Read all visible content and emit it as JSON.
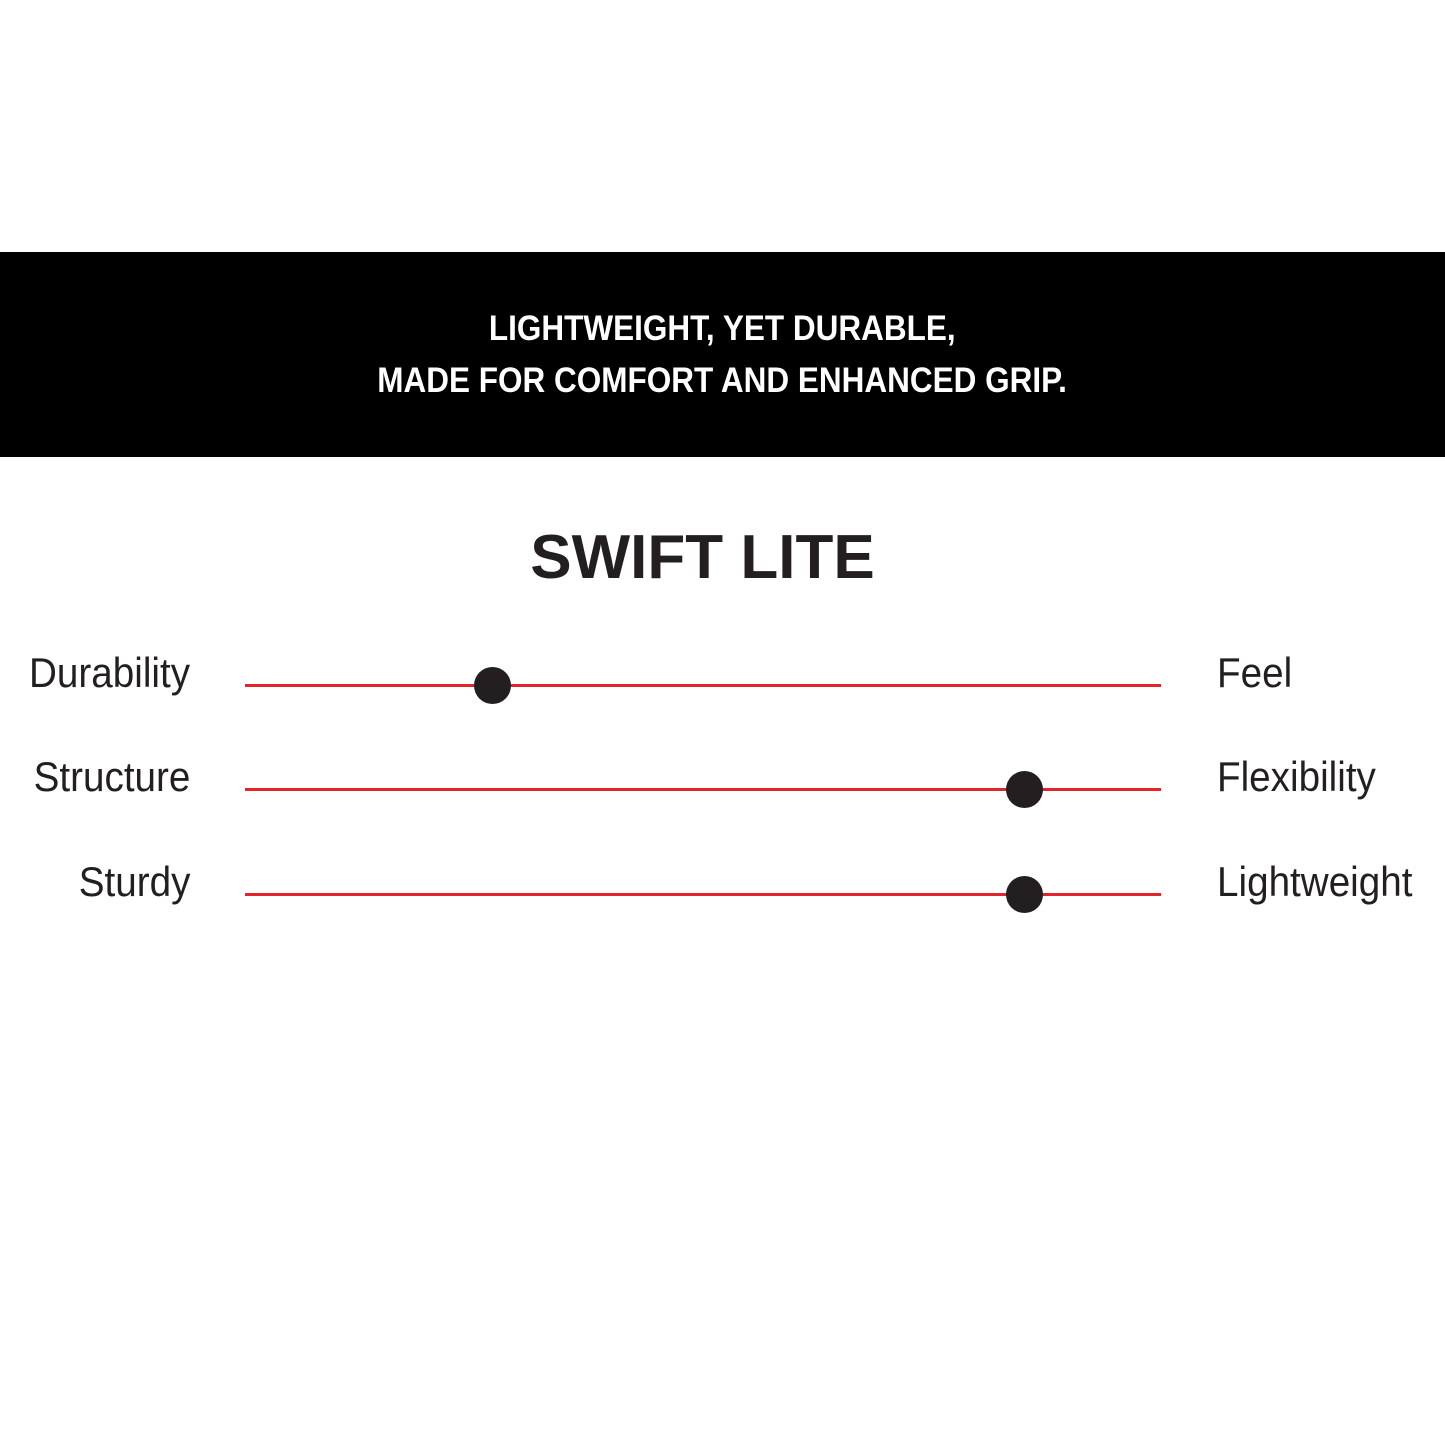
{
  "banner": {
    "line1": "LIGHTWEIGHT, YET DURABLE,",
    "line2": "MADE FOR COMFORT AND ENHANCED GRIP."
  },
  "title": "SWIFT LITE",
  "colors": {
    "track": "#e0262a",
    "dot": "#231f20",
    "banner_bg": "#000000",
    "banner_text": "#ffffff"
  },
  "sliders": [
    {
      "left": "Durability",
      "right": "Feel",
      "position_pct": 27
    },
    {
      "left": "Structure",
      "right": "Flexibility",
      "position_pct": 85
    },
    {
      "left": "Sturdy",
      "right": "Lightweight",
      "position_pct": 85
    }
  ]
}
